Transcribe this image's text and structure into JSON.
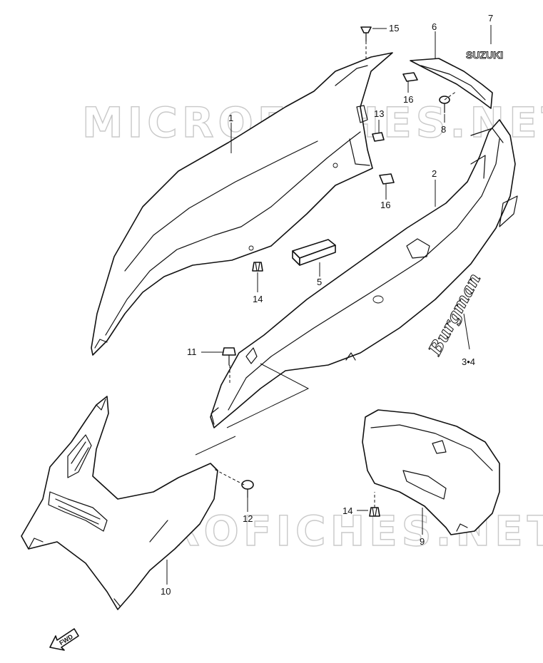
{
  "watermarks": [
    "MICROFICHES.NET",
    "MICROFICHES.NET"
  ],
  "logos": {
    "suzuki": "SUZUKI",
    "burgman": "Burgman",
    "forward": "FWD"
  },
  "callouts": {
    "c1": "1",
    "c2": "2",
    "c34": "3•4",
    "c5": "5",
    "c6": "6",
    "c7": "7",
    "c8": "8",
    "c9": "9",
    "c10": "10",
    "c11": "11",
    "c12": "12",
    "c13": "13",
    "c14a": "14",
    "c14b": "14",
    "c15": "15",
    "c16a": "16",
    "c16b": "16"
  }
}
